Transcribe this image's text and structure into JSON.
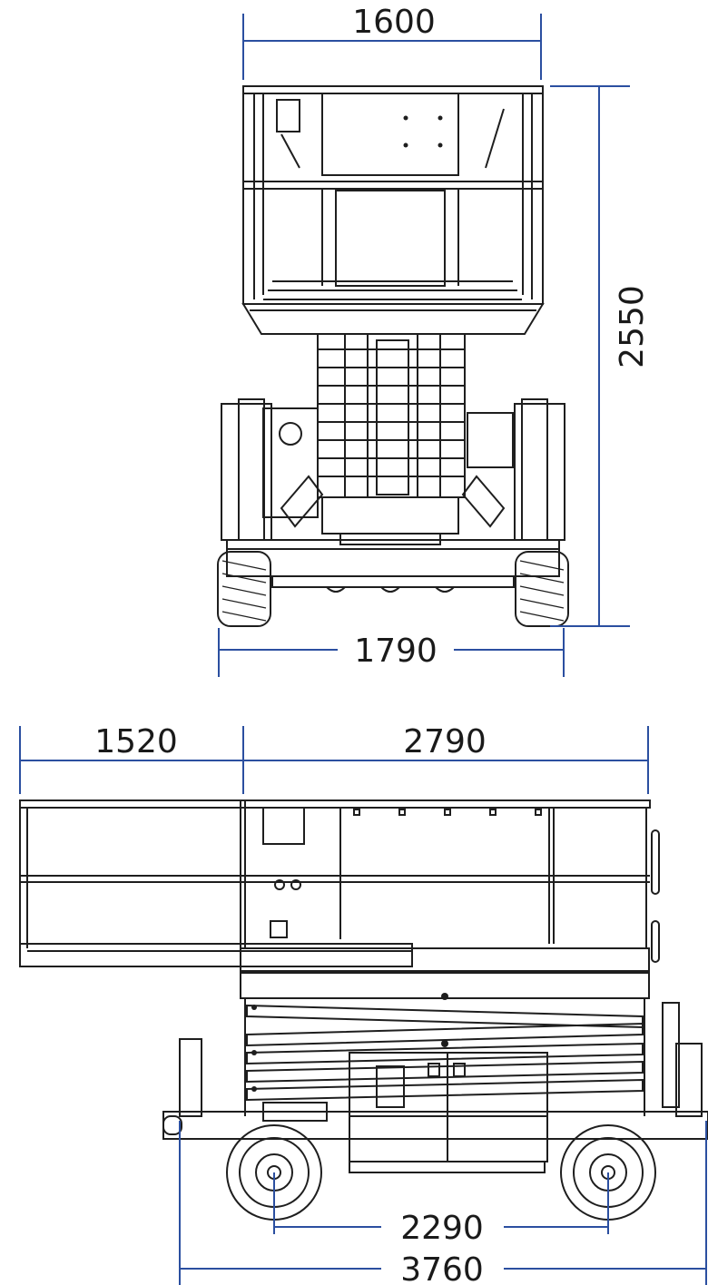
{
  "diagram": {
    "front_view": {
      "platform_width": "1600",
      "overall_height": "2550",
      "chassis_width": "1790"
    },
    "side_view": {
      "extension_deck": "1520",
      "platform_length": "2790",
      "wheelbase": "2290",
      "overall_length": "3760"
    },
    "colors": {
      "dimension_line": "#2b4fa0",
      "drawing_ink": "#1e1e1e"
    }
  }
}
